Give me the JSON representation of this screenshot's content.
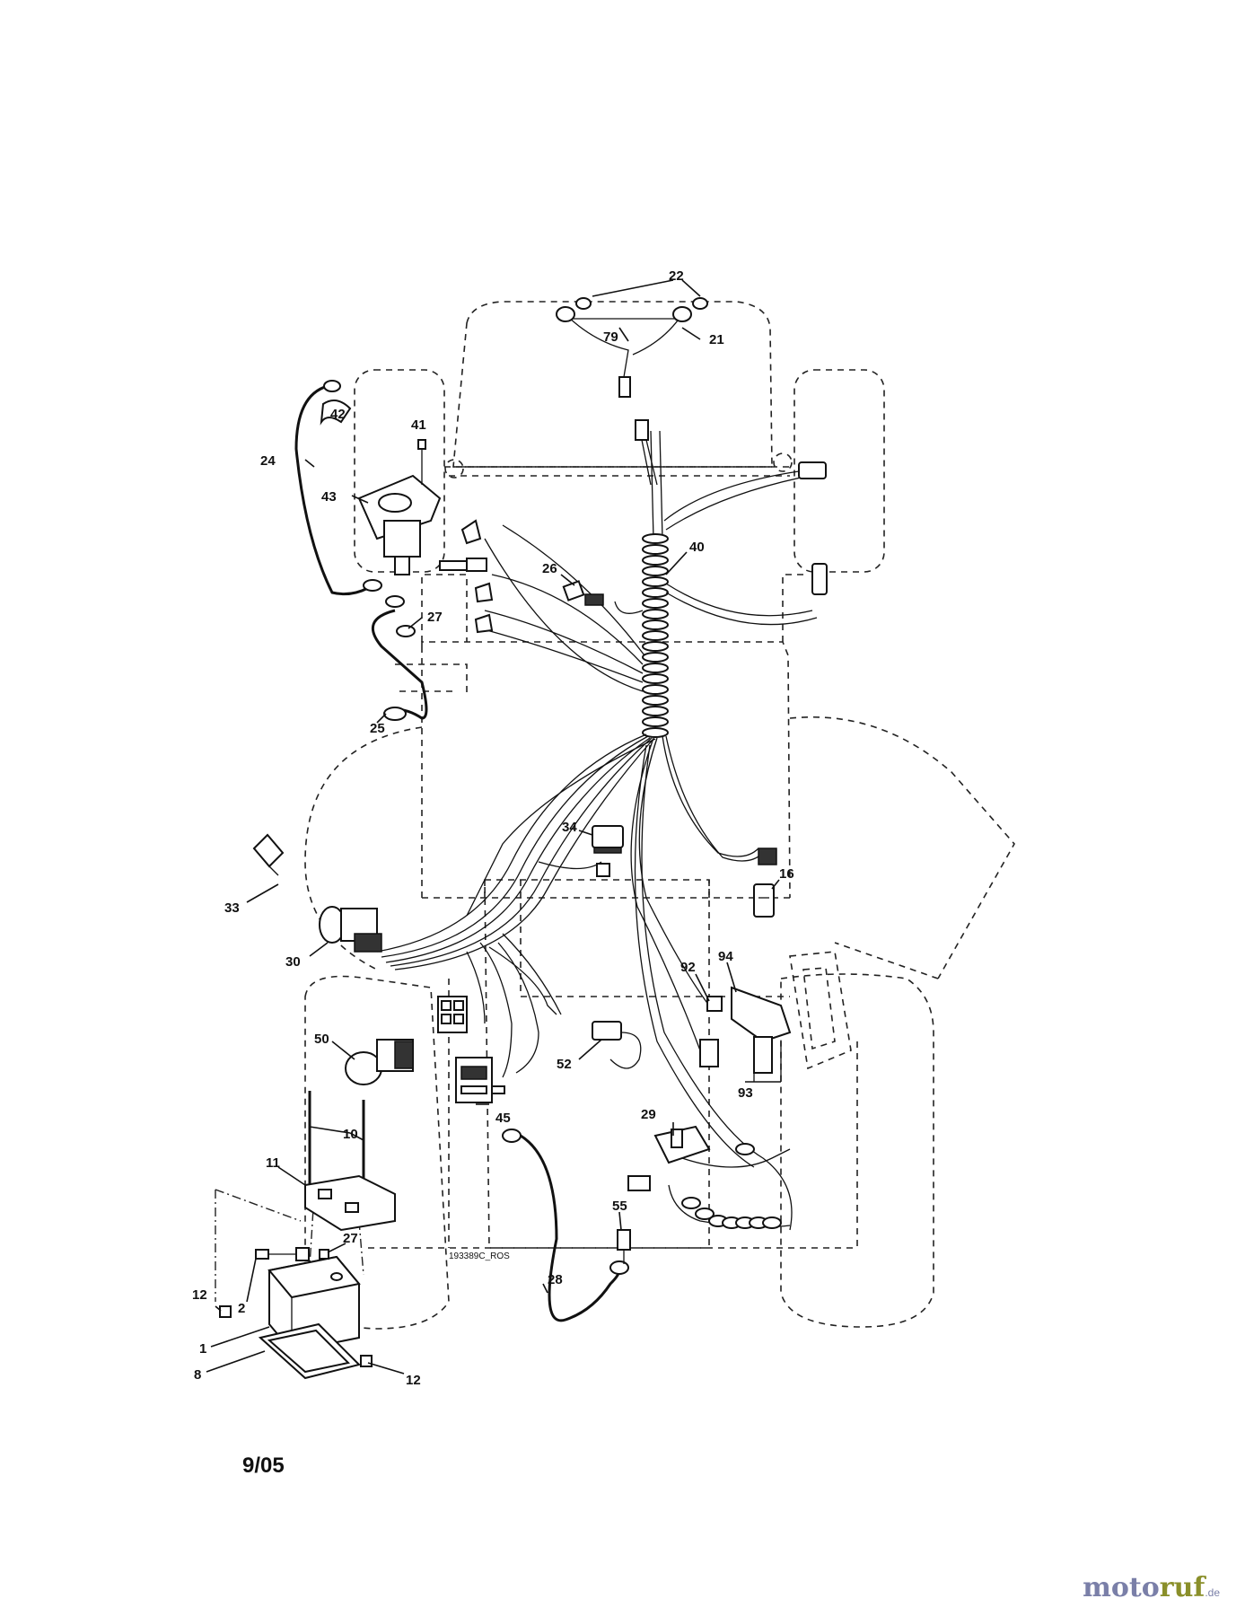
{
  "diagram": {
    "drawing_number": "193389C_ROS",
    "date_code": "9/05",
    "callouts": [
      {
        "id": "c22",
        "label": "22"
      },
      {
        "id": "c79",
        "label": "79"
      },
      {
        "id": "c21",
        "label": "21"
      },
      {
        "id": "c42",
        "label": "42"
      },
      {
        "id": "c41",
        "label": "41"
      },
      {
        "id": "c24",
        "label": "24"
      },
      {
        "id": "c43",
        "label": "43"
      },
      {
        "id": "c40",
        "label": "40"
      },
      {
        "id": "c26",
        "label": "26"
      },
      {
        "id": "c27a",
        "label": "27"
      },
      {
        "id": "c25",
        "label": "25"
      },
      {
        "id": "c34",
        "label": "34"
      },
      {
        "id": "c16",
        "label": "16"
      },
      {
        "id": "c33",
        "label": "33"
      },
      {
        "id": "c30",
        "label": "30"
      },
      {
        "id": "c92",
        "label": "92"
      },
      {
        "id": "c94",
        "label": "94"
      },
      {
        "id": "c50",
        "label": "50"
      },
      {
        "id": "c52",
        "label": "52"
      },
      {
        "id": "c93",
        "label": "93"
      },
      {
        "id": "c10",
        "label": "10"
      },
      {
        "id": "c45",
        "label": "45"
      },
      {
        "id": "c29",
        "label": "29"
      },
      {
        "id": "c11",
        "label": "11"
      },
      {
        "id": "c27b",
        "label": "27"
      },
      {
        "id": "c55",
        "label": "55"
      },
      {
        "id": "c12a",
        "label": "12"
      },
      {
        "id": "c2",
        "label": "2"
      },
      {
        "id": "c28",
        "label": "28"
      },
      {
        "id": "c1",
        "label": "1"
      },
      {
        "id": "c8",
        "label": "8"
      },
      {
        "id": "c12b",
        "label": "12"
      }
    ]
  },
  "watermark": {
    "part1": "moto",
    "part2": "ruf",
    "part3": ".de"
  }
}
